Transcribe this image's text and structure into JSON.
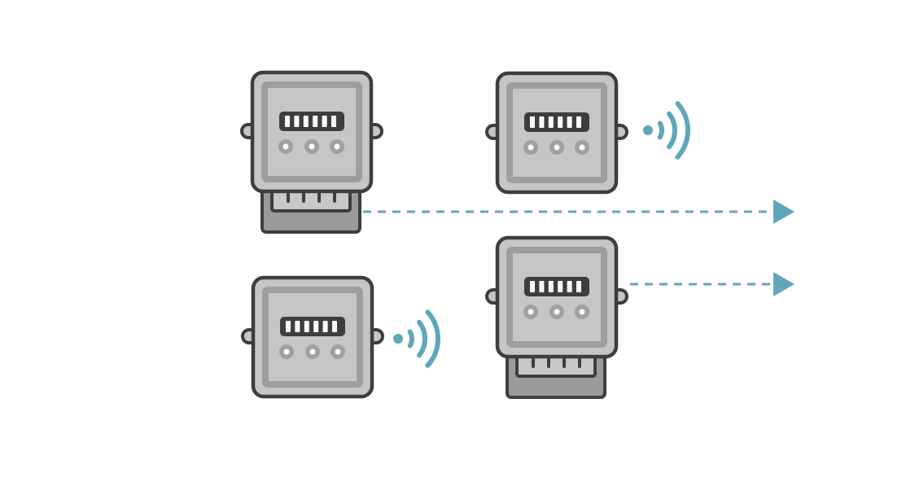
{
  "colors": {
    "background": "#ffffff",
    "outline": "#3e3e3e",
    "body_fill": "#c6c6c6",
    "inner_border": "#9e9e9e",
    "terminal_fill": "#9a9a9a",
    "terminal_inner": "#c8c8c8",
    "dial_fill": "#a0a0a0",
    "dial_center": "#ffffff",
    "accent": "#5fa7b8"
  },
  "meters": [
    {
      "id": "meter-top-left",
      "variant": "wired",
      "icon": "electric-meter-icon"
    },
    {
      "id": "meter-top-right",
      "variant": "wireless",
      "icon": "smart-meter-icon"
    },
    {
      "id": "meter-bottom-left",
      "variant": "wireless",
      "icon": "smart-meter-icon"
    },
    {
      "id": "meter-bottom-right",
      "variant": "wired",
      "icon": "electric-meter-icon"
    }
  ],
  "connections": [
    {
      "id": "data-line-top",
      "style": "dashed-arrow"
    },
    {
      "id": "data-line-bottom",
      "style": "dashed-arrow"
    }
  ],
  "signals": [
    {
      "id": "wireless-signal-top",
      "icon": "wifi-signal-icon"
    },
    {
      "id": "wireless-signal-bottom",
      "icon": "wifi-signal-icon"
    }
  ]
}
